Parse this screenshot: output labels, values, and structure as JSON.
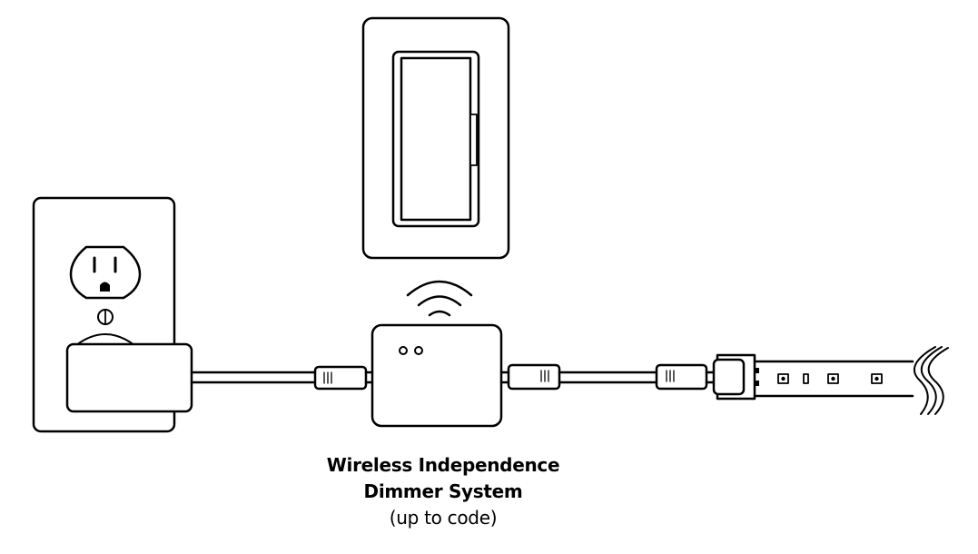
{
  "caption": {
    "line1": "Wireless Independence",
    "line2": "Dimmer System",
    "line3": "(up to code)"
  },
  "colors": {
    "stroke": "#000000",
    "fill": "#ffffff"
  },
  "icons": {
    "outlet": "wall-outlet-icon",
    "power_adapter": "power-adapter-icon",
    "wall_switch": "wall-dimmer-switch-icon",
    "wireless_signal": "wireless-signal-icon",
    "receiver": "wireless-receiver-icon",
    "led_strip": "led-strip-icon"
  }
}
